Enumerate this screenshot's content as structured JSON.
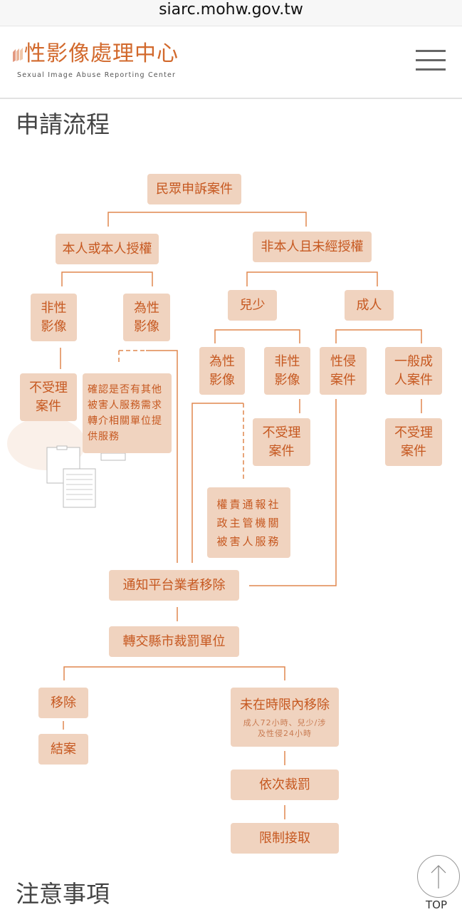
{
  "browser": {
    "url": "siarc.mohw.gov.tw"
  },
  "header": {
    "logo_title": "性影像處理中心",
    "logo_subtitle": "Sexual Image Abuse Reporting Center",
    "menu_icon": "hamburger-icon"
  },
  "section_title": "申請流程",
  "flow": {
    "root": "民眾申訴案件",
    "self": "本人或本人授權",
    "not_self": "非本人且未經授權",
    "self_non_sexual": "非性影像",
    "self_sexual": "為性影像",
    "minor": "兒少",
    "adult": "成人",
    "minor_sexual": "為性影像",
    "minor_non_sexual": "非性影像",
    "adult_assault": "性侵案件",
    "adult_general": "一般成人案件",
    "reject_left": "不受理案件",
    "confirm_service": "確認是否有其他被害人服務需求轉介相關單位提供服務",
    "reject_mid": "不受理案件",
    "reject_right": "不受理案件",
    "notify_social": "權責通報社政主管機關被害人服務",
    "notify_platform": "通知平台業者移除",
    "transfer": "轉交縣市裁罰單位",
    "removed": "移除",
    "closed": "結案",
    "not_removed": "未在時限內移除",
    "not_removed_note": "成人72小時、兒少/涉及性侵24小時",
    "penalty": "依次裁罰",
    "restrict": "限制接取"
  },
  "next_section_title": "注意事項",
  "back_to_top": "TOP",
  "colors": {
    "box": "#f0d3bf",
    "text": "#c65820",
    "line": "#e0874f"
  }
}
